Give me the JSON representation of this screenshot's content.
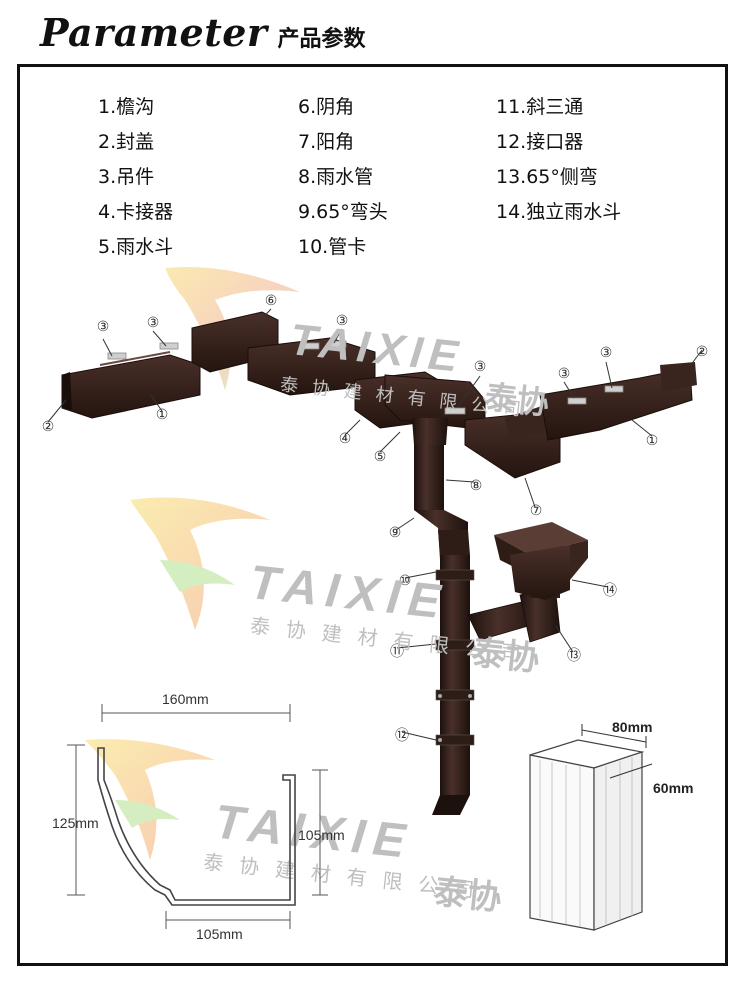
{
  "header": {
    "title_en": "Parameter",
    "title_cn": "产品参数"
  },
  "legend": {
    "col1": [
      "1.檐沟",
      "2.封盖",
      "3.吊件",
      "4.卡接器",
      "5.雨水斗"
    ],
    "col2": [
      "6.阴角",
      "7.阳角",
      "8.雨水管",
      "9.65°弯头",
      "10.管卡"
    ],
    "col3": [
      "11.斜三通",
      "12.接口器",
      "13.65°侧弯",
      "14.独立雨水斗"
    ]
  },
  "callouts": [
    "①",
    "②",
    "③",
    "④",
    "⑤",
    "⑥",
    "⑦",
    "⑧",
    "⑨",
    "⑩",
    "⑪",
    "⑫",
    "⑬",
    "⑭"
  ],
  "watermark": {
    "brand": "TAIXIE",
    "brand_cn": "泰协",
    "company": "泰协建材有限公司"
  },
  "gutter_dims": {
    "width_top": "160mm",
    "height_left": "125mm",
    "height_right": "105mm",
    "width_bottom": "105mm"
  },
  "pipe_dims": {
    "width": "80mm",
    "depth": "60mm"
  },
  "colors": {
    "product": "#2e1c16",
    "product_light": "#4a302a",
    "frame": "#111111",
    "watermark": "#bfbfbf"
  }
}
